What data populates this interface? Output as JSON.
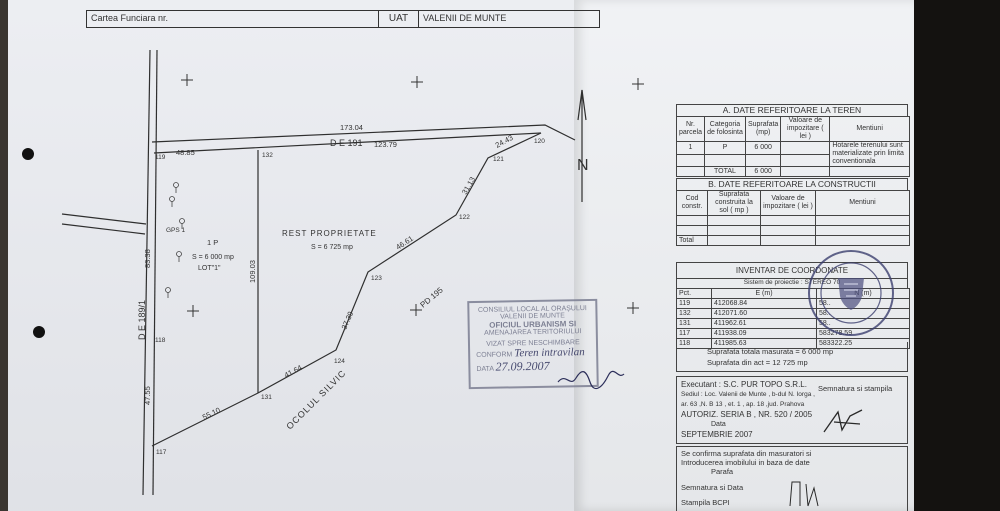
{
  "header": {
    "carte_label": "Cartea Funciara nr.",
    "uat_label": "UAT",
    "uat_value": "VALENII DE MUNTE"
  },
  "plan": {
    "edges": [
      {
        "id": "e-top",
        "label": "173.04"
      },
      {
        "id": "e-119-132",
        "label": "48.85"
      },
      {
        "id": "e-de191",
        "label": "D E  191"
      },
      {
        "id": "e-132-120",
        "label": "123.79"
      },
      {
        "id": "e-120-121",
        "label": "24.43"
      },
      {
        "id": "e-121-122",
        "label": "31.13"
      },
      {
        "id": "e-122-123",
        "label": "46.61"
      },
      {
        "id": "e-123-124",
        "label": "37.39"
      },
      {
        "id": "e-124-131",
        "label": "41.64"
      },
      {
        "id": "e-131-117",
        "label": "55.10"
      },
      {
        "id": "e-132-131",
        "label": "109.03"
      },
      {
        "id": "e-119-118",
        "label": "83.38"
      },
      {
        "id": "e-118-117",
        "label": "47.55"
      }
    ],
    "points": [
      "119",
      "132",
      "120",
      "121",
      "122",
      "123",
      "124",
      "131",
      "117",
      "118"
    ],
    "road_left": "D E  189/1",
    "pd_label": "PD 195",
    "ocolul_label": "OCOLUL     SILVIC",
    "gps": "GPS 1",
    "lot": {
      "title": "1 P",
      "area": "S = 6 000 mp",
      "name": "LOT\"1\""
    },
    "rest": {
      "title": "REST  PROPRIETATE",
      "area": "S = 6 725 mp"
    },
    "north": "N"
  },
  "stamp": {
    "lines": [
      "CONSILIUL LOCAL AL ORAȘULUI",
      "VALENII DE MUNTE",
      "OFICIUL URBANISM SI",
      "AMENAJAREA TERITORIULUI",
      "VIZAT SPRE NESCHIMBARE",
      "CONFORM"
    ],
    "data_label": "DATA",
    "handwritten_conform": "Teren  intravilan",
    "handwritten_date": "27.09.2007"
  },
  "section_a": {
    "title": "A. DATE REFERITOARE LA TEREN",
    "headers": [
      "Nr. parcela",
      "Categoria de folosinta",
      "Suprafata (mp)",
      "Valoare de impozitare ( lei )",
      "Mentiuni"
    ],
    "row": [
      "1",
      "P",
      "6 000",
      "",
      "Hotarele terenului sunt materializate prin limita conventionala"
    ],
    "total_label": "TOTAL",
    "total_value": "6 000"
  },
  "section_b": {
    "title": "B. DATE REFERITOARE LA CONSTRUCTII",
    "headers": [
      "Cod constr.",
      "Suprafata construita la sol ( mp )",
      "Valoare de impozitare ( lei )",
      "Mentiuni"
    ],
    "total_label": "Total"
  },
  "inventar": {
    "title": "INVENTAR DE COORDONATE",
    "system": "Sistem de proiectie : STEREO 70",
    "headers": [
      "Pct.",
      "E (m)",
      "N (m)"
    ],
    "rows": [
      [
        "119",
        "412068.84",
        "58.."
      ],
      [
        "132",
        "412071.60",
        "58.."
      ],
      [
        "131",
        "411962.61",
        "58.."
      ],
      [
        "117",
        "411938.09",
        "583278.59"
      ],
      [
        "118",
        "411985.63",
        "583322.25"
      ]
    ],
    "total_measured": "Suprafata totala masurata = 6 000 mp",
    "from_act": "Suprafata din act  = 12 725 mp"
  },
  "executant": {
    "label": "Executant  : S.C. PUR TOPO S.R.L.",
    "sediu": "Sediul : Loc. Valenii  de Munte , b-dul  N. Iorga ,",
    "address": "ar. 63 ,N. B 13 , et. 1 , ap. 18 ,jud. Prahova",
    "autoriz": "AUTORIZ. SERIA  B , NR. 520 / 2005",
    "data_label": "Data",
    "month": "SEPTEMBRIE  2007",
    "sign_label": "Semnatura si stampila"
  },
  "bcpi": {
    "confirm": "Se confirma suprafata din masuratori si",
    "intro": "Introducerea imobilului in baza de date",
    "parafa": "Parafa",
    "sem": "Semnatura si Data",
    "stampila": "Stampila BCPI"
  },
  "colors": {
    "paper": "#e9ebf0",
    "ink": "#333333",
    "stamp": "#6c6f85",
    "pen": "#2c2f5a"
  }
}
